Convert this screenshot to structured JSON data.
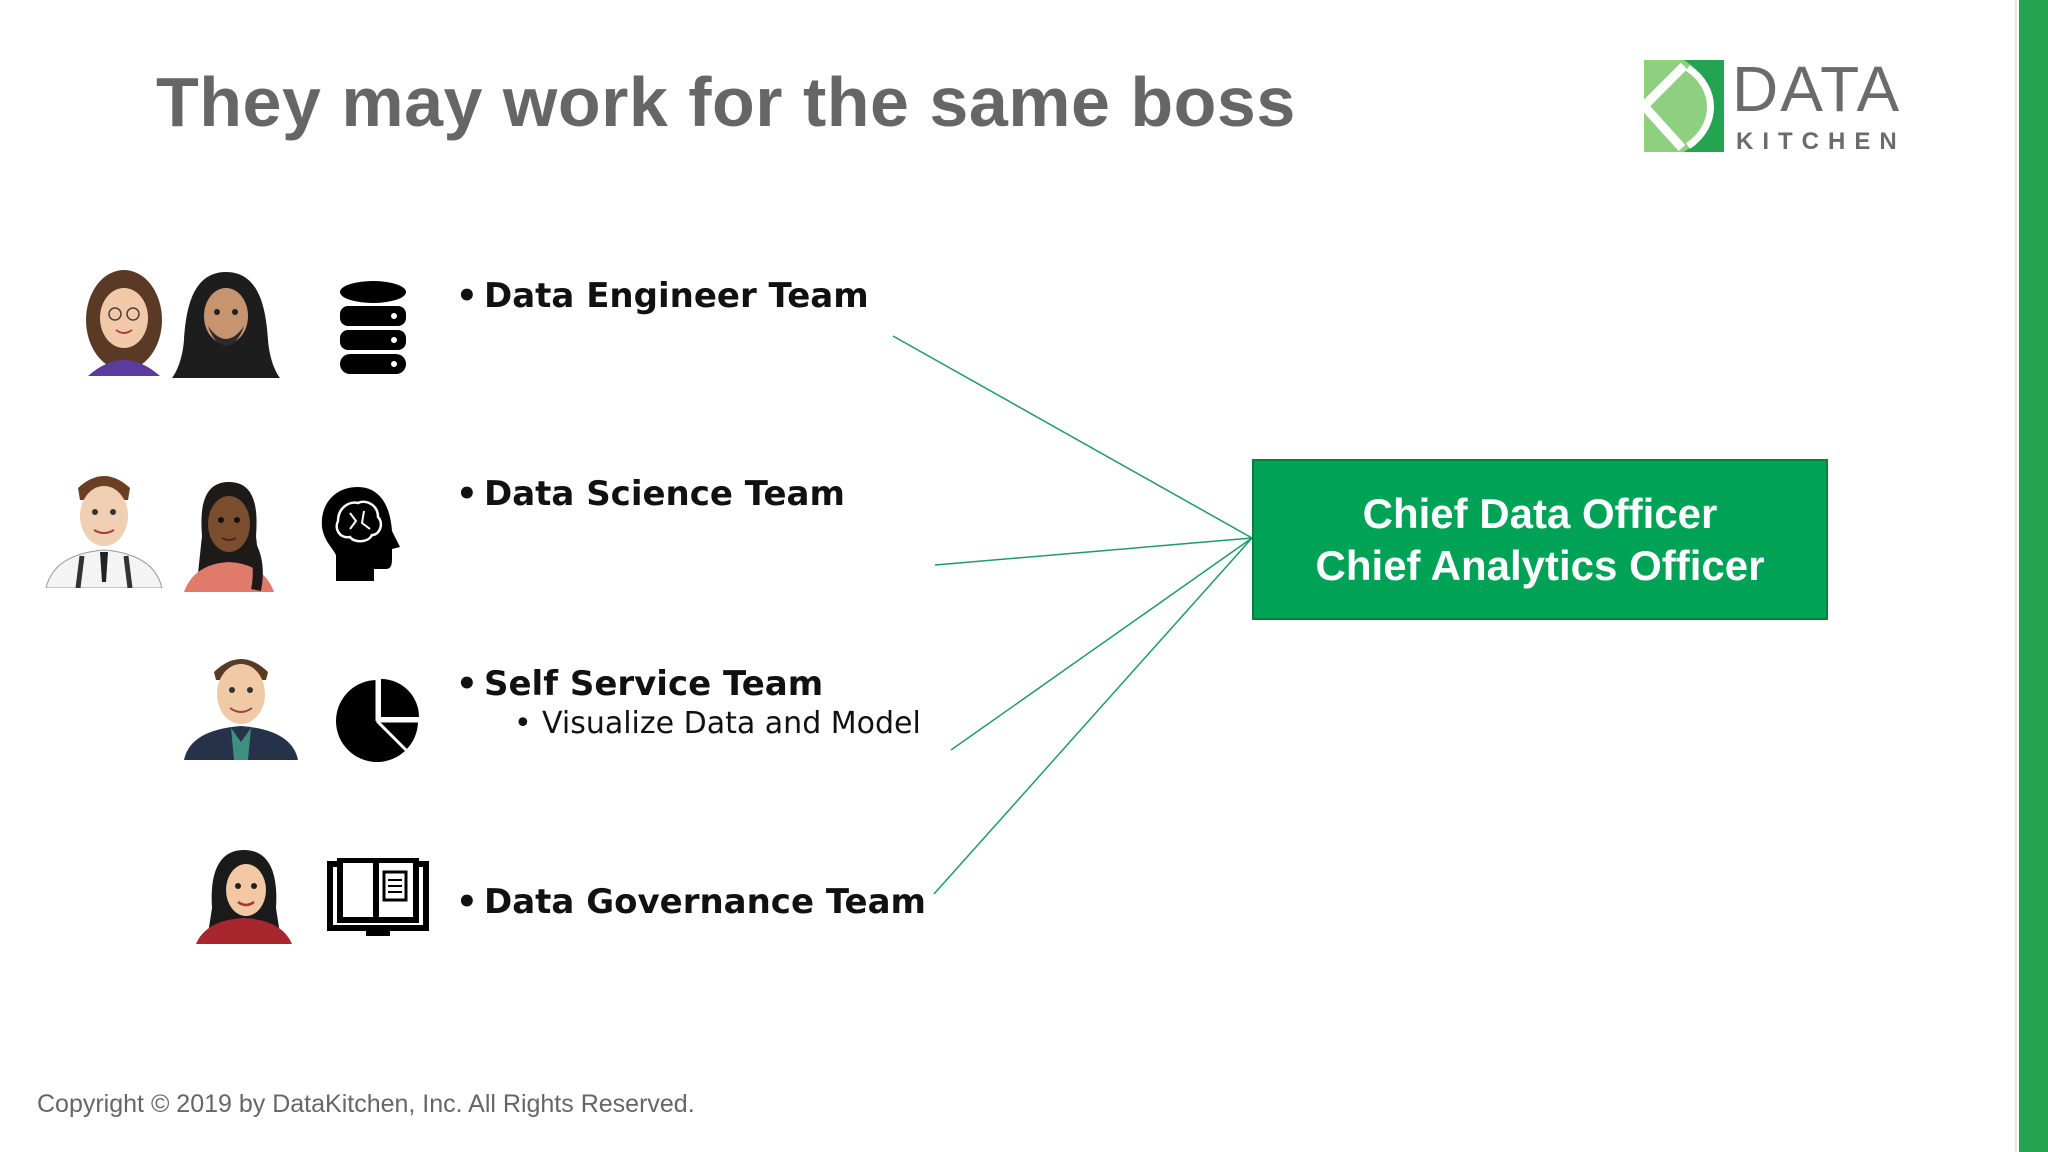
{
  "slide": {
    "title": "They may work for the same boss",
    "logo": {
      "word1": "DATA",
      "word2": "KITCHEN",
      "accent": "#24a350"
    },
    "teams": [
      {
        "label": "Data Engineer Team",
        "icon": "database-icon",
        "sub": ""
      },
      {
        "label": "Data Science Team",
        "icon": "brain-head-icon",
        "sub": ""
      },
      {
        "label": "Self Service Team",
        "icon": "pie-chart-icon",
        "sub": "Visualize Data and Model"
      },
      {
        "label": "Data Governance Team",
        "icon": "open-book-icon",
        "sub": ""
      }
    ],
    "bullet": "•",
    "boss": {
      "line1": "Chief Data Officer",
      "line2": "Chief Analytics Officer",
      "color": "#00a256"
    },
    "connector_color": "#1f9a6a",
    "copyright": "Copyright © 2019 by DataKitchen, Inc.  All Rights Reserved."
  }
}
